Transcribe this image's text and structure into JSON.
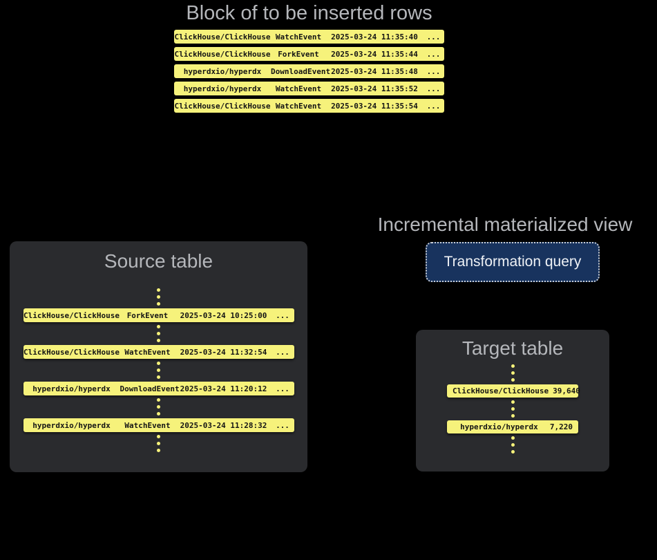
{
  "colors": {
    "background": "#000000",
    "panel_background": "#2a2b2e",
    "row_yellow": "#f6f27b",
    "title_gray": "#b5b7bb",
    "query_box_blue": "#18335e",
    "query_box_border": "#c9ced6",
    "row_text": "#141414"
  },
  "insert_block": {
    "title": "Block of to be inserted rows",
    "rows": [
      {
        "repo": "ClickHouse/ClickHouse",
        "event": "WatchEvent",
        "timestamp": "2025-03-24 11:35:40",
        "more": "..."
      },
      {
        "repo": "ClickHouse/ClickHouse",
        "event": "ForkEvent",
        "timestamp": "2025-03-24 11:35:44",
        "more": "..."
      },
      {
        "repo": "hyperdxio/hyperdx",
        "event": "DownloadEvent",
        "timestamp": "2025-03-24 11:35:48",
        "more": "..."
      },
      {
        "repo": "hyperdxio/hyperdx",
        "event": "WatchEvent",
        "timestamp": "2025-03-24 11:35:52",
        "more": "..."
      },
      {
        "repo": "ClickHouse/ClickHouse",
        "event": "WatchEvent",
        "timestamp": "2025-03-24 11:35:54",
        "more": "..."
      }
    ]
  },
  "source_table": {
    "title": "Source table",
    "rows": [
      {
        "repo": "ClickHouse/ClickHouse",
        "event": "ForkEvent",
        "timestamp": "2025-03-24 10:25:00",
        "more": "..."
      },
      {
        "repo": "ClickHouse/ClickHouse",
        "event": "WatchEvent",
        "timestamp": "2025-03-24 11:32:54",
        "more": "..."
      },
      {
        "repo": "hyperdxio/hyperdx",
        "event": "DownloadEvent",
        "timestamp": "2025-03-24 11:20:12",
        "more": "..."
      },
      {
        "repo": "hyperdxio/hyperdx",
        "event": "WatchEvent",
        "timestamp": "2025-03-24 11:28:32",
        "more": "..."
      }
    ]
  },
  "materialized_view": {
    "title": "Incremental materialized view",
    "query_label": "Transformation query"
  },
  "target_table": {
    "title": "Target table",
    "rows": [
      {
        "repo": "ClickHouse/ClickHouse",
        "count": "39,640"
      },
      {
        "repo": "hyperdxio/hyperdx",
        "count": "7,220"
      }
    ]
  }
}
